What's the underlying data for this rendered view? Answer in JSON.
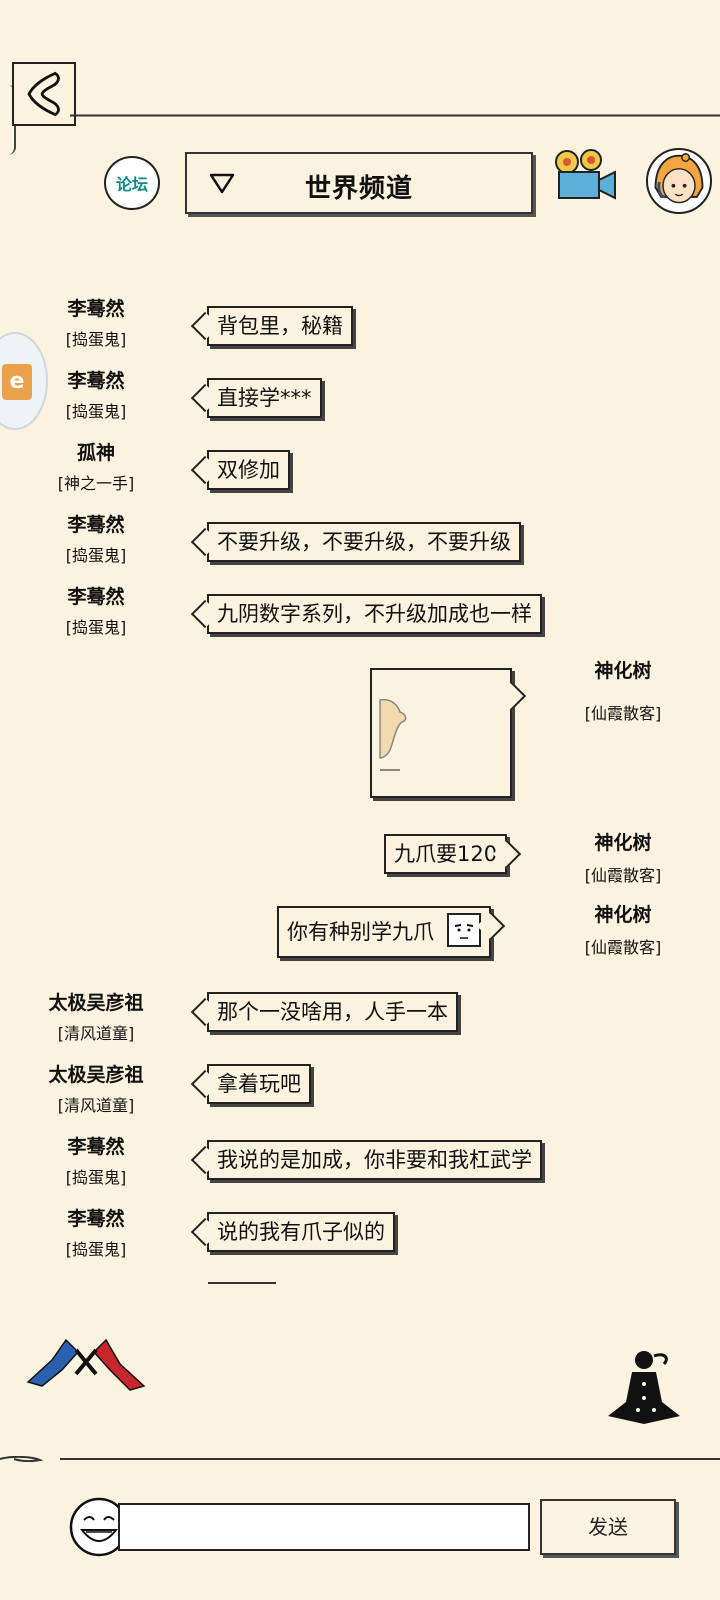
{
  "header": {
    "forum_label": "论坛",
    "channel_title": "世界频道"
  },
  "messages": [
    {
      "name": "李蓦然",
      "title": "[捣蛋鬼]",
      "text": "背包里，秘籍"
    },
    {
      "name": "李蓦然",
      "title": "[捣蛋鬼]",
      "text": "直接学***"
    },
    {
      "name": "孤神",
      "title": "[神之一手]",
      "text": "双修加"
    },
    {
      "name": "李蓦然",
      "title": "[捣蛋鬼]",
      "text": "不要升级，不要升级，不要升级"
    },
    {
      "name": "李蓦然",
      "title": "[捣蛋鬼]",
      "text": "九阴数字系列，不升级加成也一样"
    },
    {
      "name": "神化树",
      "title": "[仙霞散客]",
      "text": ""
    },
    {
      "name": "神化树",
      "title": "[仙霞散客]",
      "text": "九爪要120"
    },
    {
      "name": "神化树",
      "title": "[仙霞散客]",
      "text": "你有种别学九爪"
    },
    {
      "name": "太极吴彦祖",
      "title": "[清风道童]",
      "text": "那个一没啥用，人手一本"
    },
    {
      "name": "太极吴彦祖",
      "title": "[清风道童]",
      "text": "拿着玩吧"
    },
    {
      "name": "李蓦然",
      "title": "[捣蛋鬼]",
      "text": "我说的是加成，你非要和我杠武学"
    },
    {
      "name": "李蓦然",
      "title": "[捣蛋鬼]",
      "text": "说的我有爪子似的"
    }
  ],
  "input": {
    "placeholder": "",
    "send_label": "发送"
  },
  "icons": {
    "back": "back-arrow-icon",
    "forum": "forum-icon",
    "dropdown": "triangle-down-icon",
    "camera": "movie-camera-icon",
    "avatar": "user-avatar-icon",
    "pk": "fighters-icon",
    "meditate": "meditating-figure-icon",
    "emoji": "smiley-icon"
  },
  "colors": {
    "background": "#fbf3df",
    "forum_text": "#0a8a8a"
  }
}
